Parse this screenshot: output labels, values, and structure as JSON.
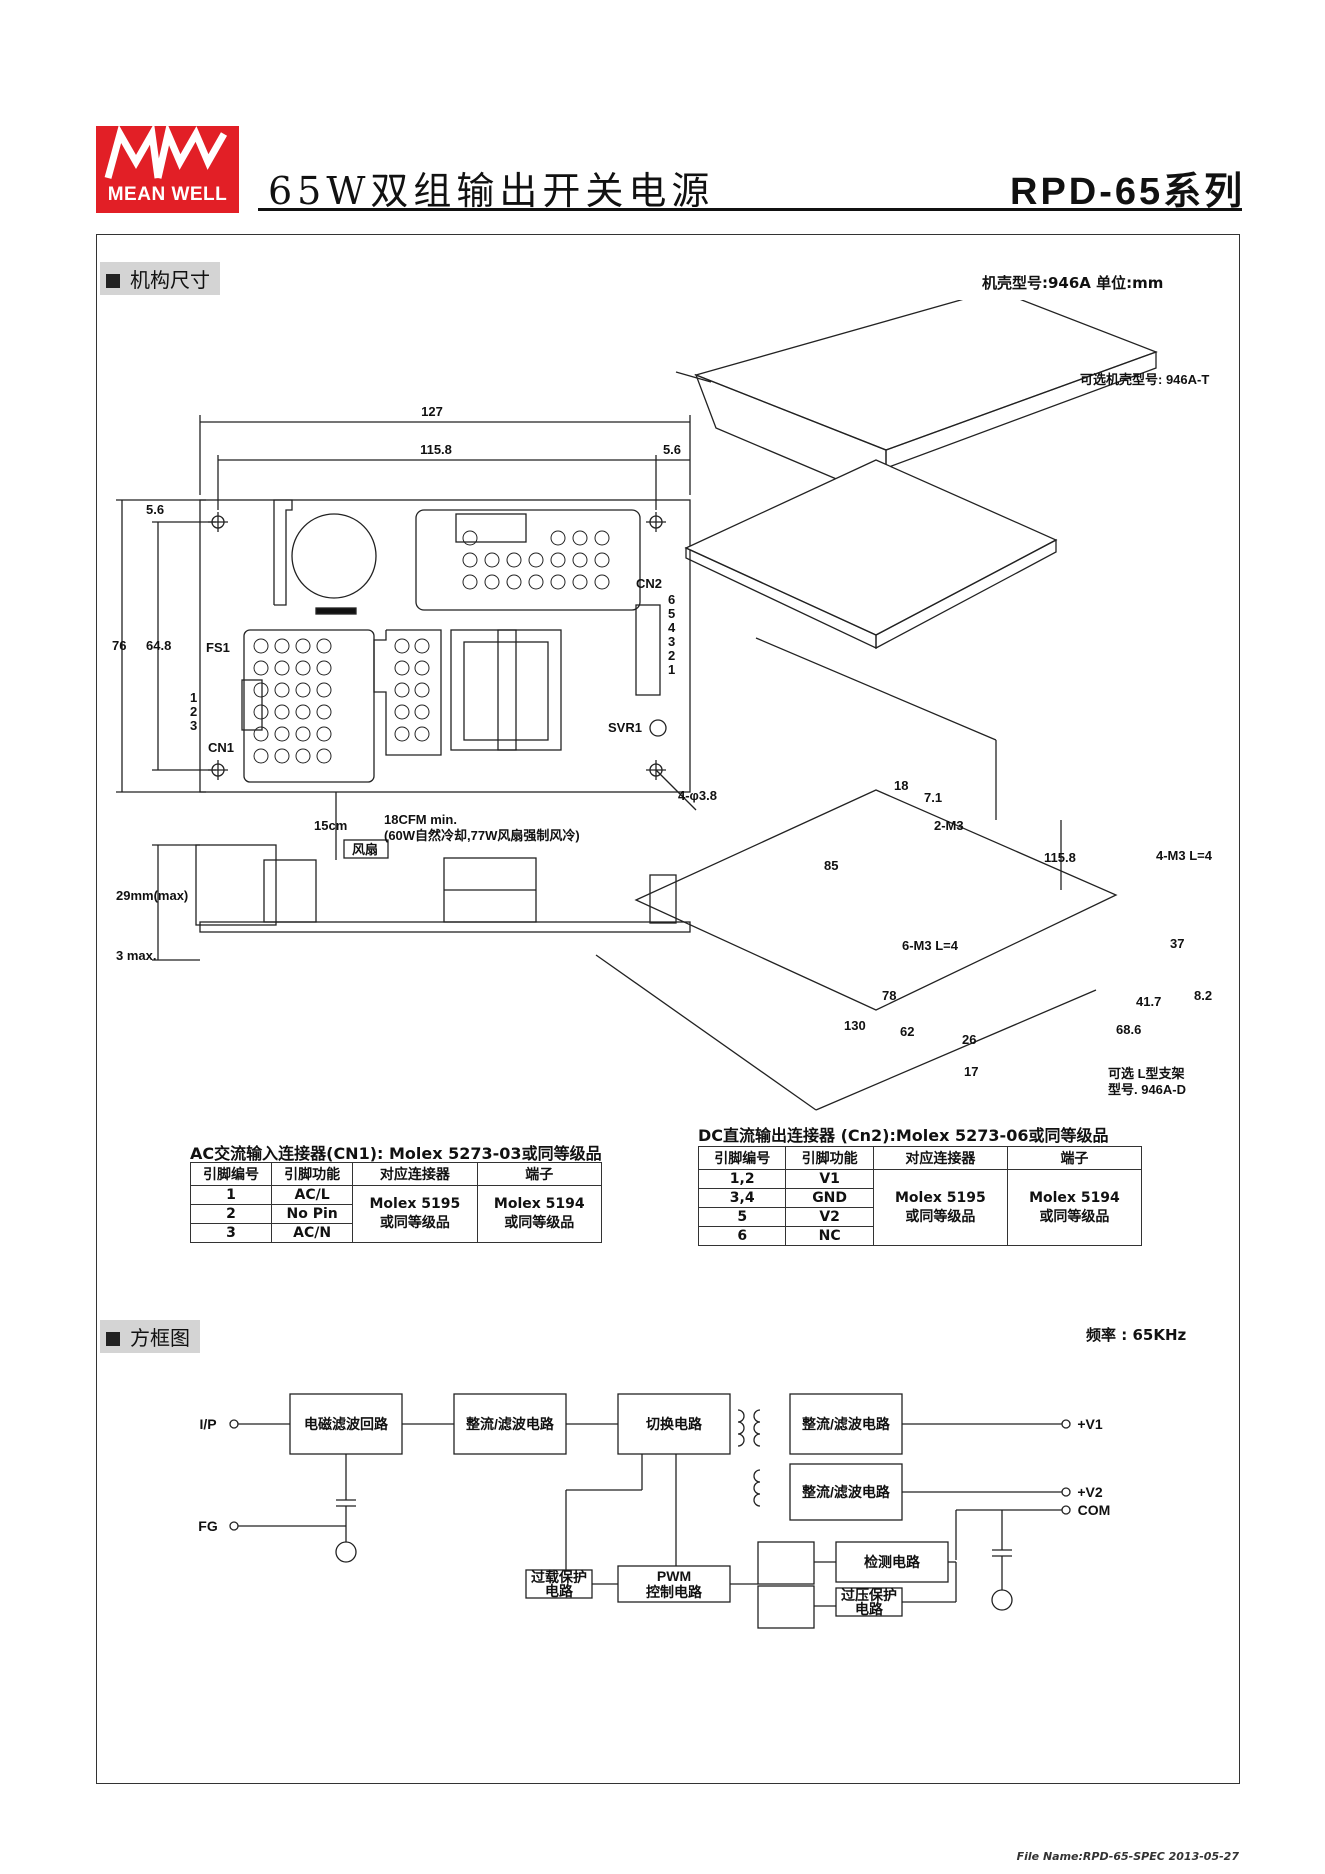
{
  "header": {
    "logo_text": "MEAN WELL",
    "logo_mark": "MW",
    "title": "65W双组输出开关电源",
    "model": "RPD-65系列"
  },
  "section_mech": {
    "heading": "机构尺寸",
    "case_info": "机壳型号:946A   单位:mm",
    "optional_case": "可选机壳型号: 946A-T",
    "optional_bracket_1": "可选 L型支架",
    "optional_bracket_2": "型号. 946A-D",
    "airflow_1": "18CFM min.",
    "airflow_2": "(60W自然冷却,77W风扇强制风冷)",
    "fan_label": "风扇",
    "dims": {
      "d127": "127",
      "d115_8": "115.8",
      "d5_6a": "5.6",
      "d5_6b": "5.6",
      "d76": "76",
      "d64_8": "64.8",
      "d15cm": "15cm",
      "hole": "4-φ3.8",
      "h29": "29mm(max)",
      "h3": "3 max.",
      "cn2": "CN2",
      "cn1": "CN1",
      "fs1": "FS1",
      "svr1": "SVR1",
      "iso_85": "85",
      "iso_18": "18",
      "iso_7_1": "7.1",
      "iso_2m3": "2-M3",
      "iso_115_8": "115.8",
      "iso_4m3": "4-M3 L=4",
      "iso_6m3": "6-M3 L=4",
      "iso_37": "37",
      "iso_8_2": "8.2",
      "iso_41_7": "41.7",
      "iso_68_6": "68.6",
      "iso_78": "78",
      "iso_130": "130",
      "iso_62": "62",
      "iso_26": "26",
      "iso_17": "17"
    },
    "cn2_pins": [
      "6",
      "5",
      "4",
      "3",
      "2",
      "1"
    ],
    "cn1_pins": [
      "1",
      "2",
      "3"
    ]
  },
  "ac_table": {
    "caption": "AC交流输入连接器(CN1): Molex 5273-03或同等级品",
    "headers": [
      "引脚编号",
      "引脚功能",
      "对应连接器",
      "端子"
    ],
    "rows": [
      [
        "1",
        "AC/L"
      ],
      [
        "2",
        "No Pin"
      ],
      [
        "3",
        "AC/N"
      ]
    ],
    "connector": [
      "Molex 5195",
      "或同等级品"
    ],
    "terminal": [
      "Molex 5194",
      "或同等级品"
    ]
  },
  "dc_table": {
    "caption": "DC直流输出连接器 (Cn2):Molex 5273-06或同等级品",
    "headers": [
      "引脚编号",
      "引脚功能",
      "对应连接器",
      "端子"
    ],
    "rows": [
      [
        "1,2",
        "V1"
      ],
      [
        "3,4",
        "GND"
      ],
      [
        "5",
        "V2"
      ],
      [
        "6",
        "NC"
      ]
    ],
    "connector": [
      "Molex 5195",
      "或同等级品"
    ],
    "terminal": [
      "Molex 5194",
      "或同等级品"
    ]
  },
  "section_block": {
    "heading": "方框图",
    "freq": "频率 : 65KHz",
    "ip": "I/P",
    "fg": "FG",
    "v1": "+V1",
    "v2": "+V2",
    "com": "COM",
    "emi": "电磁滤波回路",
    "rect1": "整流/滤波电路",
    "switch": "切换电路",
    "rect2": "整流/滤波电路",
    "rect3": "整流/滤波电路",
    "olp_1": "过载保护",
    "olp_2": "电路",
    "pwm_1": "PWM",
    "pwm_2": "控制电路",
    "detect": "检测电路",
    "ovp_1": "过压保护",
    "ovp_2": "电路"
  },
  "footer": "File Name:RPD-65-SPEC   2013-05-27"
}
